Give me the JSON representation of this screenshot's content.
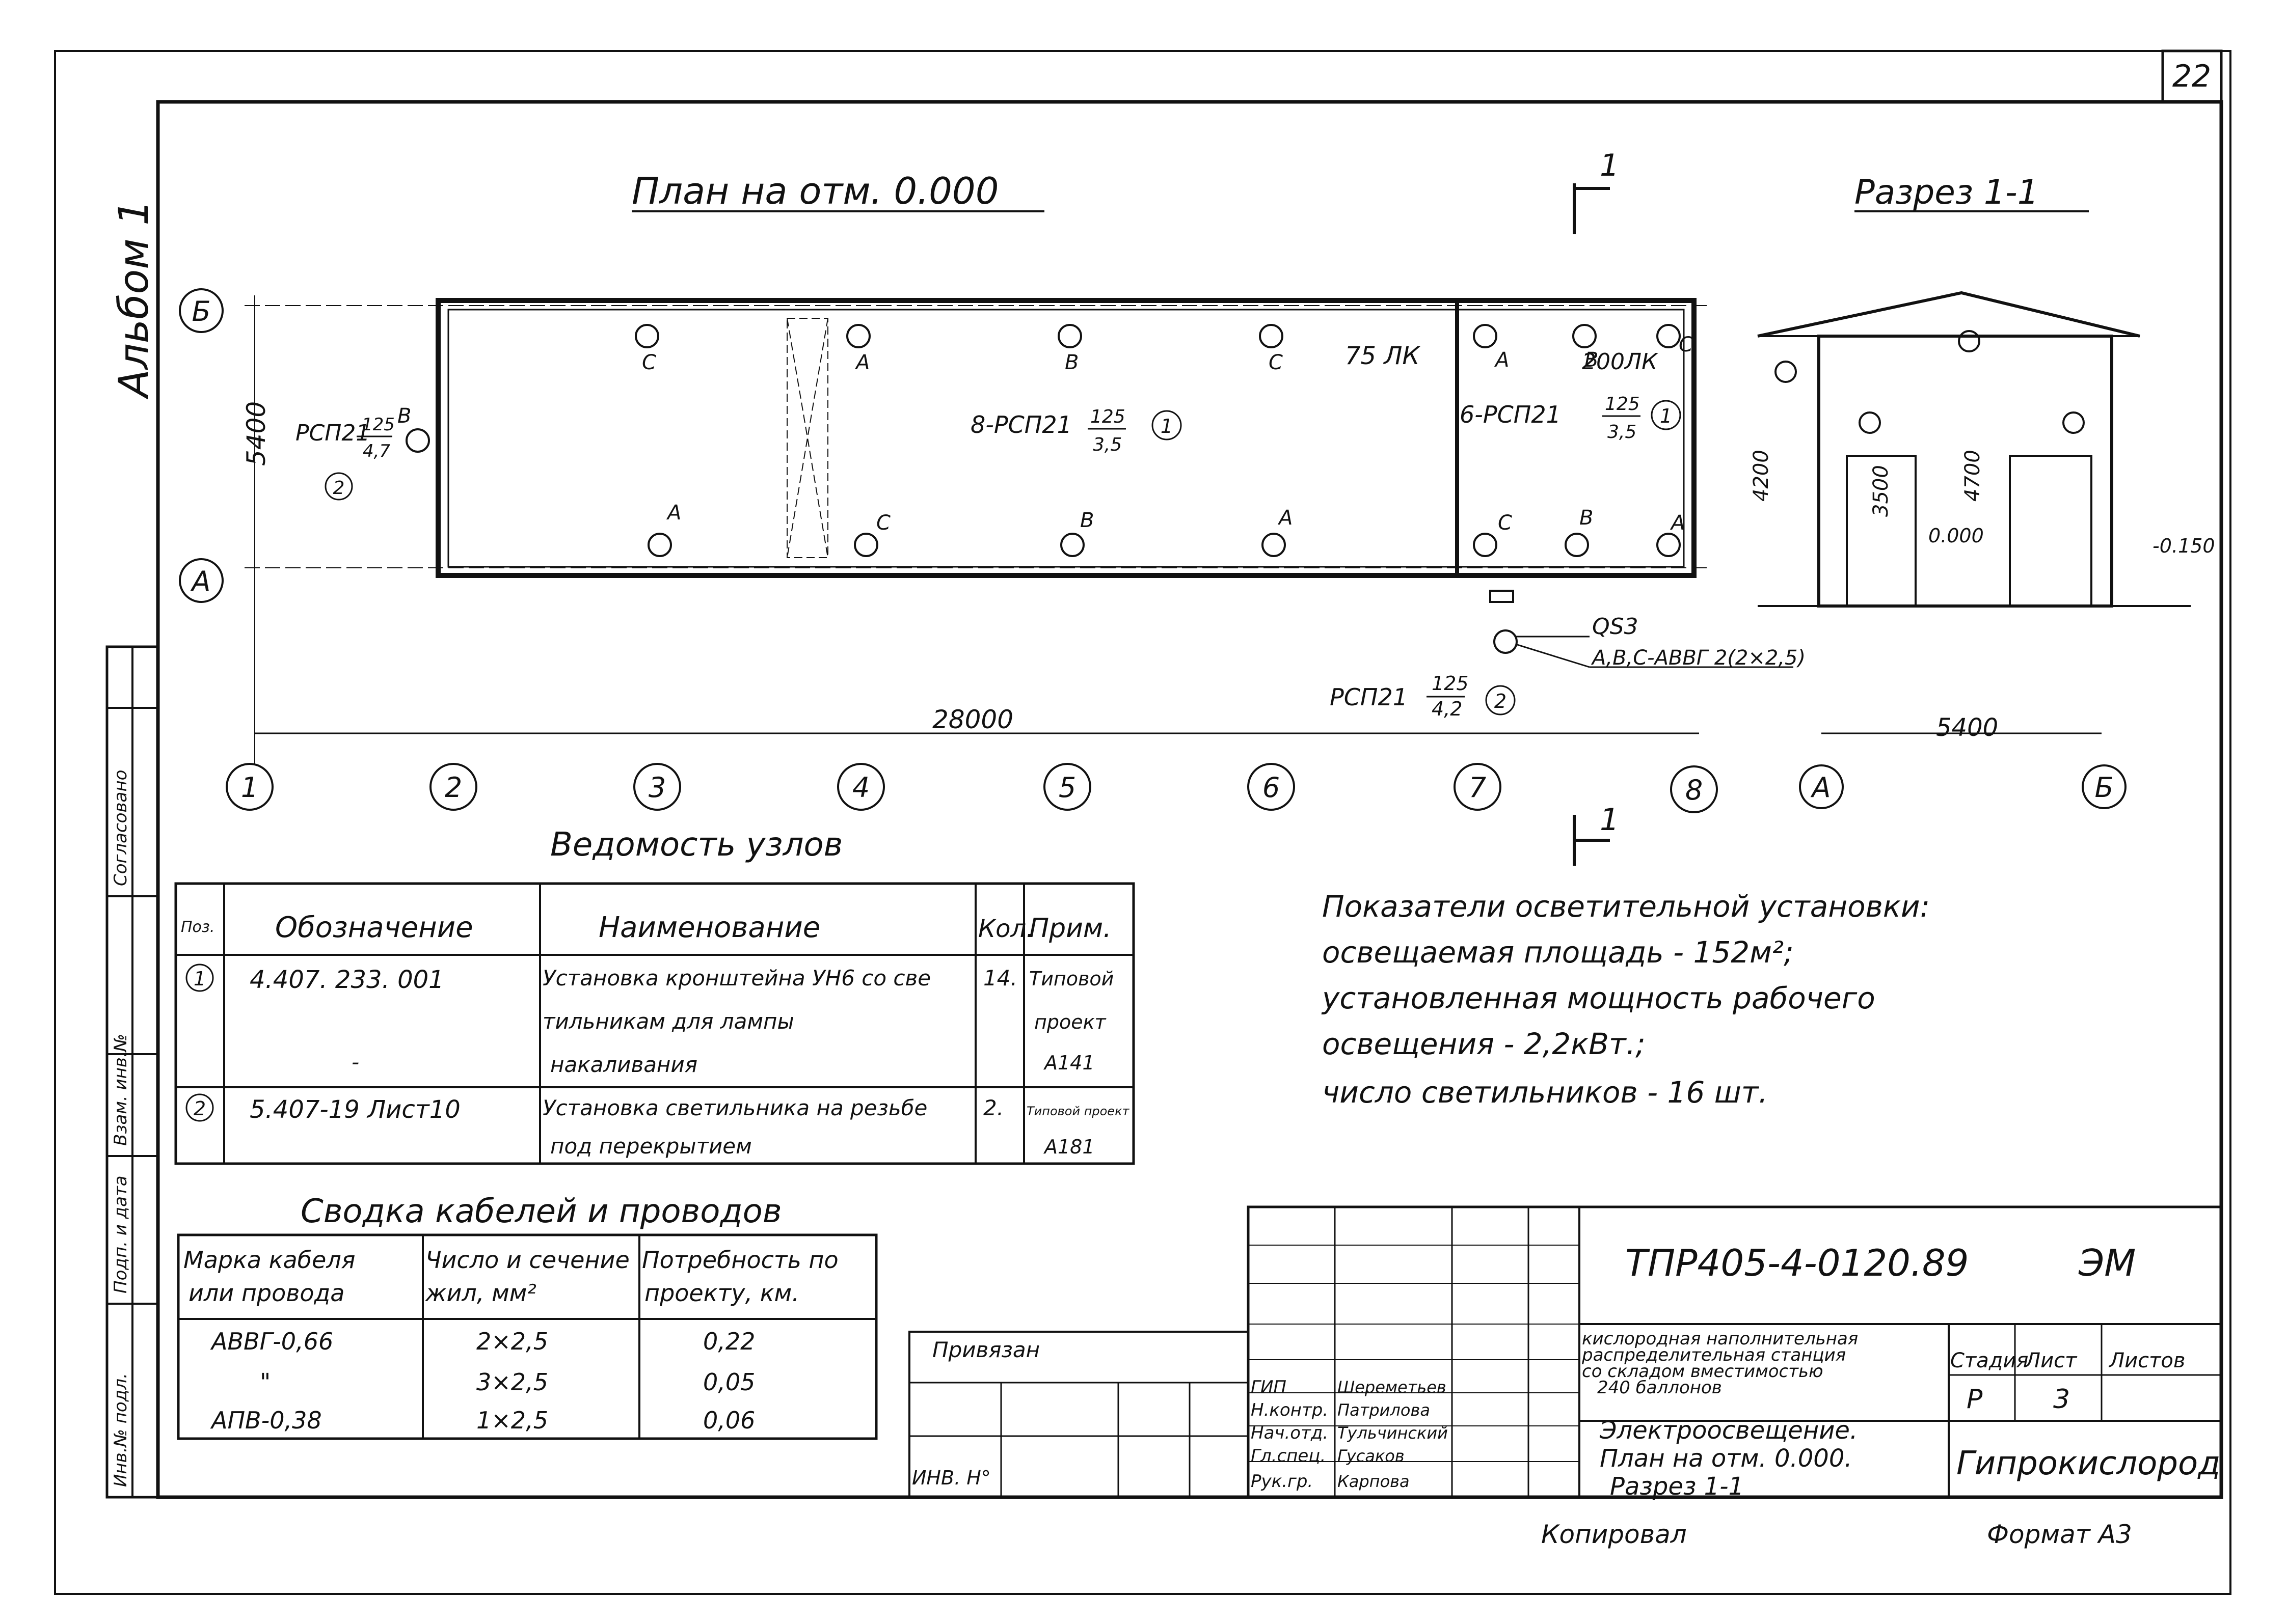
{
  "sheet_number": "22",
  "album_label": "Альбом 1",
  "plan": {
    "title": "План на отм. 0.000",
    "axes_letter": [
      "Б",
      "А"
    ],
    "axes_number": [
      "1",
      "2",
      "3",
      "4",
      "5",
      "6",
      "7",
      "8"
    ],
    "dim_width": "5400",
    "dim_length": "28000",
    "lux_main": "75 ЛК",
    "lux_room": "200ЛК",
    "group_main": "8-РСП21",
    "group_main_frac_top": "125",
    "group_main_frac_bot": "3,5",
    "group_main_node": "1",
    "group_room": "6-РСП21",
    "group_room_frac_top": "125",
    "group_room_frac_bot": "3,5",
    "group_room_node": "1",
    "left_lamp": "РСП21",
    "left_lamp_frac_top": "125",
    "left_lamp_frac_bot": "4,7",
    "left_lamp_node": "2",
    "left_lamp_phase": "В",
    "bottom_lamp": "РСП21",
    "bottom_lamp_frac_top": "125",
    "bottom_lamp_frac_bot": "4,2",
    "bottom_lamp_node": "2",
    "switch_label": "QS3",
    "cable_label": "А,В,С-АВВГ 2(2×2,5)",
    "section_mark": "1",
    "top_phases": [
      "С",
      "А",
      "В",
      "С",
      "А",
      "В",
      "С"
    ],
    "bottom_phases": [
      "А",
      "С",
      "В",
      "А",
      "С",
      "В",
      "А"
    ]
  },
  "section": {
    "title": "Разрез 1-1",
    "dim_4200": "4200",
    "dim_4700": "4700",
    "dim_3500": "3500",
    "mark_0": "0.000",
    "mark_neg": "-0.150",
    "dim_width": "5400",
    "axes": [
      "А",
      "Б"
    ]
  },
  "nodes_table": {
    "title": "Ведомость узлов",
    "headers": [
      "Поз.",
      "Обозначение",
      "Наименование",
      "Кол.",
      "Прим."
    ],
    "rows": [
      [
        "1",
        "4.407. 233. 001",
        "Установка кронштейна УН6 со све",
        "14.",
        "Типовой"
      ],
      [
        "",
        "",
        "тильникам для лампы",
        "",
        "проект"
      ],
      [
        "",
        "-",
        "накаливания",
        "",
        "А141"
      ],
      [
        "2",
        "5.407-19 Лист10",
        "Установка светильника на резьбе",
        "2.",
        "Типовой проект"
      ],
      [
        "",
        "",
        "под перекрытием",
        "",
        "А181"
      ]
    ]
  },
  "indicators": {
    "lines": [
      "Показатели осветительной установки:",
      "освещаемая площадь - 152м²;",
      "установленная мощность рабочего",
      "освещения - 2,2кВт.;",
      "число светильников - 16 шт."
    ]
  },
  "cables_table": {
    "title": "Сводка кабелей и проводов",
    "headers": [
      [
        "Марка кабеля",
        "или провода"
      ],
      [
        "Число и сечение",
        "жил, мм²"
      ],
      [
        "Потребность по",
        "проекту, км."
      ]
    ],
    "rows": [
      [
        "АВВГ-0,66",
        "2×2,5",
        "0,22"
      ],
      [
        "\"",
        "3×2,5",
        "0,05"
      ],
      [
        "АПВ-0,38",
        "1×2,5",
        "0,06"
      ]
    ]
  },
  "stamp": {
    "code": "ТПР405-4-0120.89",
    "mark": "ЭМ",
    "object_lines": [
      "кислородная наполнительная",
      "распределительная станция",
      "со складом вместимостью",
      "240 баллонов"
    ],
    "sheet_title_lines": [
      "Электроосвещение.",
      "План на отм. 0.000.",
      "Разрез 1-1"
    ],
    "col_headers": [
      "Стадия",
      "Лист",
      "Листов"
    ],
    "stage": "Р",
    "sheet": "3",
    "sheets": "",
    "org": "Гипрокислород",
    "roles": [
      "ГИП",
      "Н.контр.",
      "Нач.отд.",
      "Гл.спец.",
      "Рук.гр."
    ],
    "names": [
      "Шереметьев",
      "Патрилова",
      "Тульчинский",
      "Гусаков",
      "Карпова"
    ],
    "privyazan": "Привязан",
    "inv": "ИНВ. Н°"
  },
  "side_stamp": {
    "labels": [
      "Инв.№ подл.",
      "Подп. и дата",
      "Взам. инв.№",
      "Согласовано"
    ]
  },
  "footer": {
    "copied": "Копировал",
    "format": "Формат А3"
  }
}
